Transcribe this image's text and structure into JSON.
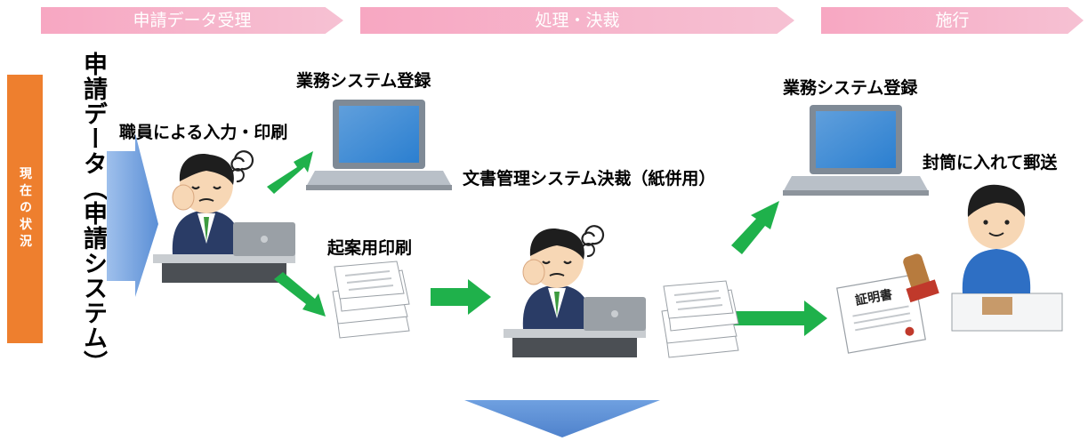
{
  "stages": [
    {
      "label": "申請データ受理"
    },
    {
      "label": "処理・決裁"
    },
    {
      "label": "施行"
    }
  ],
  "status_tab": "現在の状況",
  "source_label": "申請データ（申請システム）",
  "steps": {
    "staff_input": "職員による入力・印刷",
    "system_register_1": "業務システム登録",
    "draft_print": "起案用印刷",
    "doc_mgmt": "文書管理システム決裁（紙併用）",
    "system_register_2": "業務システム登録",
    "mail": "封筒に入れて郵送"
  },
  "certificate_text": "証明書",
  "colors": {
    "stage_band": "#f7a7c2",
    "status_tab": "#ee7f2e",
    "green_arrow": "#1fb14b",
    "blue_arrow": "#5b8fd6"
  }
}
